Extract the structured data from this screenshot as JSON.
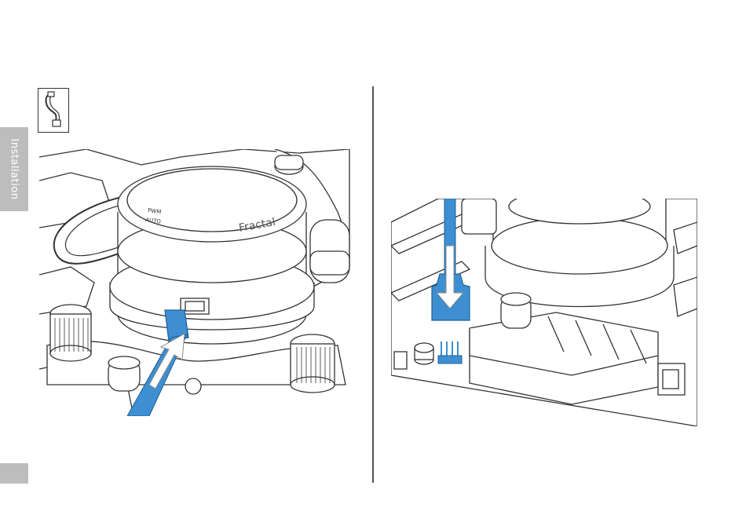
{
  "sidebar": {
    "section_label": "Installation"
  },
  "illustration_left": {
    "pump_label_line1": "PWM",
    "pump_label_line2": "AUTO",
    "brand_text": "Fractal"
  },
  "colors": {
    "accent_blue": "#3d8fd1",
    "tab_gray": "#bdbdbd",
    "line": "#333333"
  }
}
